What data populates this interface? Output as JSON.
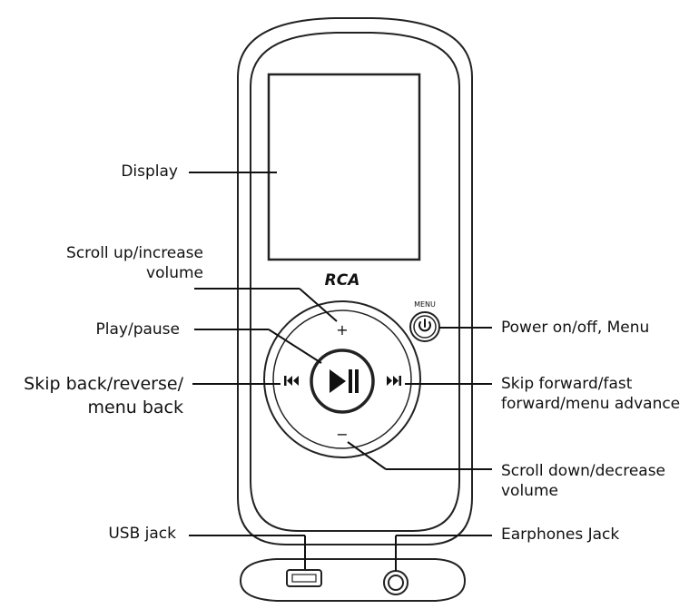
{
  "device": {
    "brand_logo": "RCA",
    "menu_text": "MENU",
    "plus_symbol": "+",
    "minus_symbol": "−"
  },
  "callouts": {
    "display": "Display",
    "scroll_up_line1": "Scroll up/increase",
    "scroll_up_line2": "volume",
    "play_pause": "Play/pause",
    "skip_back_line1": "Skip back/reverse/",
    "skip_back_line2": "menu back",
    "power_menu": "Power on/off, Menu",
    "skip_forward_line1": "Skip forward/fast",
    "skip_forward_line2": "forward/menu advance",
    "scroll_down_line1": "Scroll down/decrease",
    "scroll_down_line2": "volume",
    "usb_jack": "USB jack",
    "earphones_jack": "Earphones Jack"
  },
  "icons": {
    "play_pause": "play-pause-icon",
    "skip_back": "skip-back-icon",
    "skip_forward": "skip-forward-icon",
    "power": "power-icon"
  }
}
